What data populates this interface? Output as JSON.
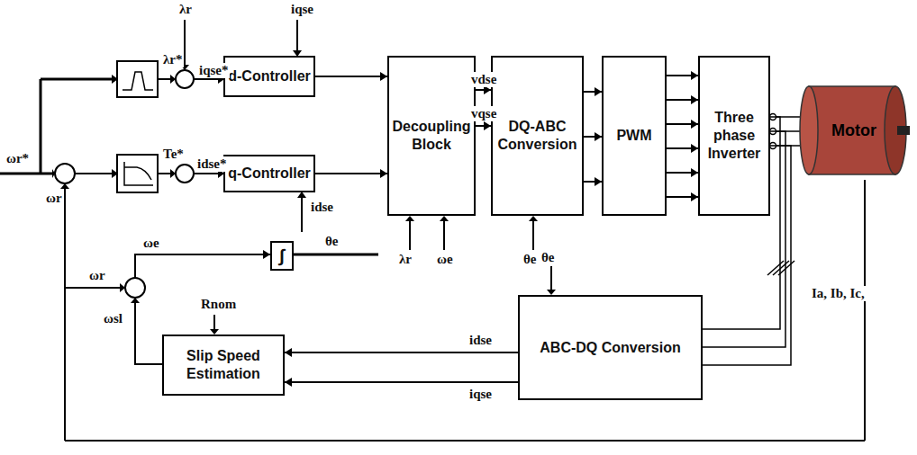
{
  "diagram": {
    "nodes": [
      {
        "text": [
          "d-Controller"
        ]
      },
      {
        "text": [
          "q-Controller"
        ]
      },
      {
        "text": [
          "Decoupling Block"
        ]
      },
      {
        "text": [
          "DQ-ABC Conversion"
        ]
      },
      {
        "text": [
          "PWM"
        ]
      },
      {
        "text": [
          "Three phase Inverter"
        ]
      },
      {
        "text": [
          "Motor"
        ]
      },
      {
        "text": [
          "ABC-DQ Conversion"
        ]
      },
      {
        "text": [
          "Slip Speed Estimation"
        ]
      },
      {
        "text": [
          "∫"
        ]
      }
    ],
    "edges": [
      {
        "from": 0,
        "to": 2,
        "arrow": "to"
      },
      {
        "from": 1,
        "to": 2,
        "arrow": "to"
      },
      {
        "from": 2,
        "to": 3,
        "label": "vdse",
        "arrow": "to"
      },
      {
        "from": 2,
        "to": 3,
        "label": "vqse",
        "arrow": "to"
      },
      {
        "from": 3,
        "to": 4,
        "arrow": "to"
      },
      {
        "from": 4,
        "to": 5,
        "arrow": "to"
      },
      {
        "from": 5,
        "to": 6,
        "arrow": "none"
      },
      {
        "from": 5,
        "to": 7,
        "arrow": "none"
      },
      {
        "from": 7,
        "to": 8,
        "label": "idse",
        "arrow": "to"
      },
      {
        "from": 7,
        "to": 8,
        "label": "iqse",
        "arrow": "to"
      },
      {
        "from": 8,
        "to": 9,
        "arrow": "to"
      }
    ],
    "labels": [
      "ωr*",
      "λr",
      "λr*",
      "iqse*",
      "iqse",
      "Te*",
      "idse*",
      "ωr",
      "idse",
      "ωe",
      "θe",
      "λr",
      "ωe",
      "θe",
      "θe",
      "Rnom",
      "ωr",
      "ωsl",
      "Ia, Ib, Ic,"
    ]
  }
}
